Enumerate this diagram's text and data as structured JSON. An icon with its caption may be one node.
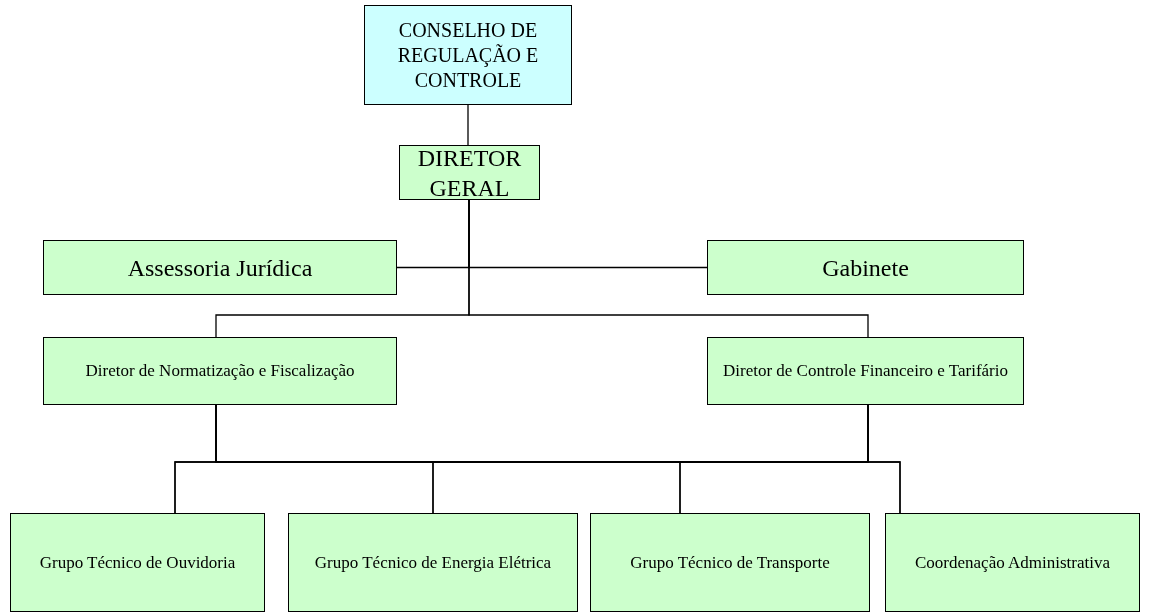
{
  "diagram": {
    "nodes": [
      {
        "text": [
          "CONSELHO DE REGULAÇÃO E CONTROLE"
        ]
      },
      {
        "text": [
          "DIRETOR GERAL"
        ]
      },
      {
        "text": [
          "Assessoria Jurídica"
        ]
      },
      {
        "text": [
          "Gabinete"
        ]
      },
      {
        "text": [
          "Diretor de Normatização e Fiscalização"
        ]
      },
      {
        "text": [
          "Diretor de Controle Financeiro e Tarifário"
        ]
      },
      {
        "text": [
          "Grupo Técnico de Ouvidoria"
        ]
      },
      {
        "text": [
          "Grupo Técnico de Energia Elétrica"
        ]
      },
      {
        "text": [
          "Grupo Técnico de Transporte"
        ]
      },
      {
        "text": [
          "Coordenação Administrativa"
        ]
      }
    ],
    "edges": [
      {
        "from": 0,
        "to": 1,
        "arrow": "none"
      },
      {
        "from": 1,
        "to": 2,
        "arrow": "none"
      },
      {
        "from": 1,
        "to": 3,
        "arrow": "none"
      },
      {
        "from": 1,
        "to": 4,
        "arrow": "none"
      },
      {
        "from": 1,
        "to": 5,
        "arrow": "none"
      },
      {
        "from": 4,
        "to": 6,
        "arrow": "none"
      },
      {
        "from": 4,
        "to": 7,
        "arrow": "none"
      },
      {
        "from": 4,
        "to": 8,
        "arrow": "none"
      },
      {
        "from": 4,
        "to": 9,
        "arrow": "none"
      },
      {
        "from": 5,
        "to": 6,
        "arrow": "none"
      },
      {
        "from": 5,
        "to": 7,
        "arrow": "none"
      },
      {
        "from": 5,
        "to": 8,
        "arrow": "none"
      },
      {
        "from": 5,
        "to": 9,
        "arrow": "none"
      }
    ]
  }
}
